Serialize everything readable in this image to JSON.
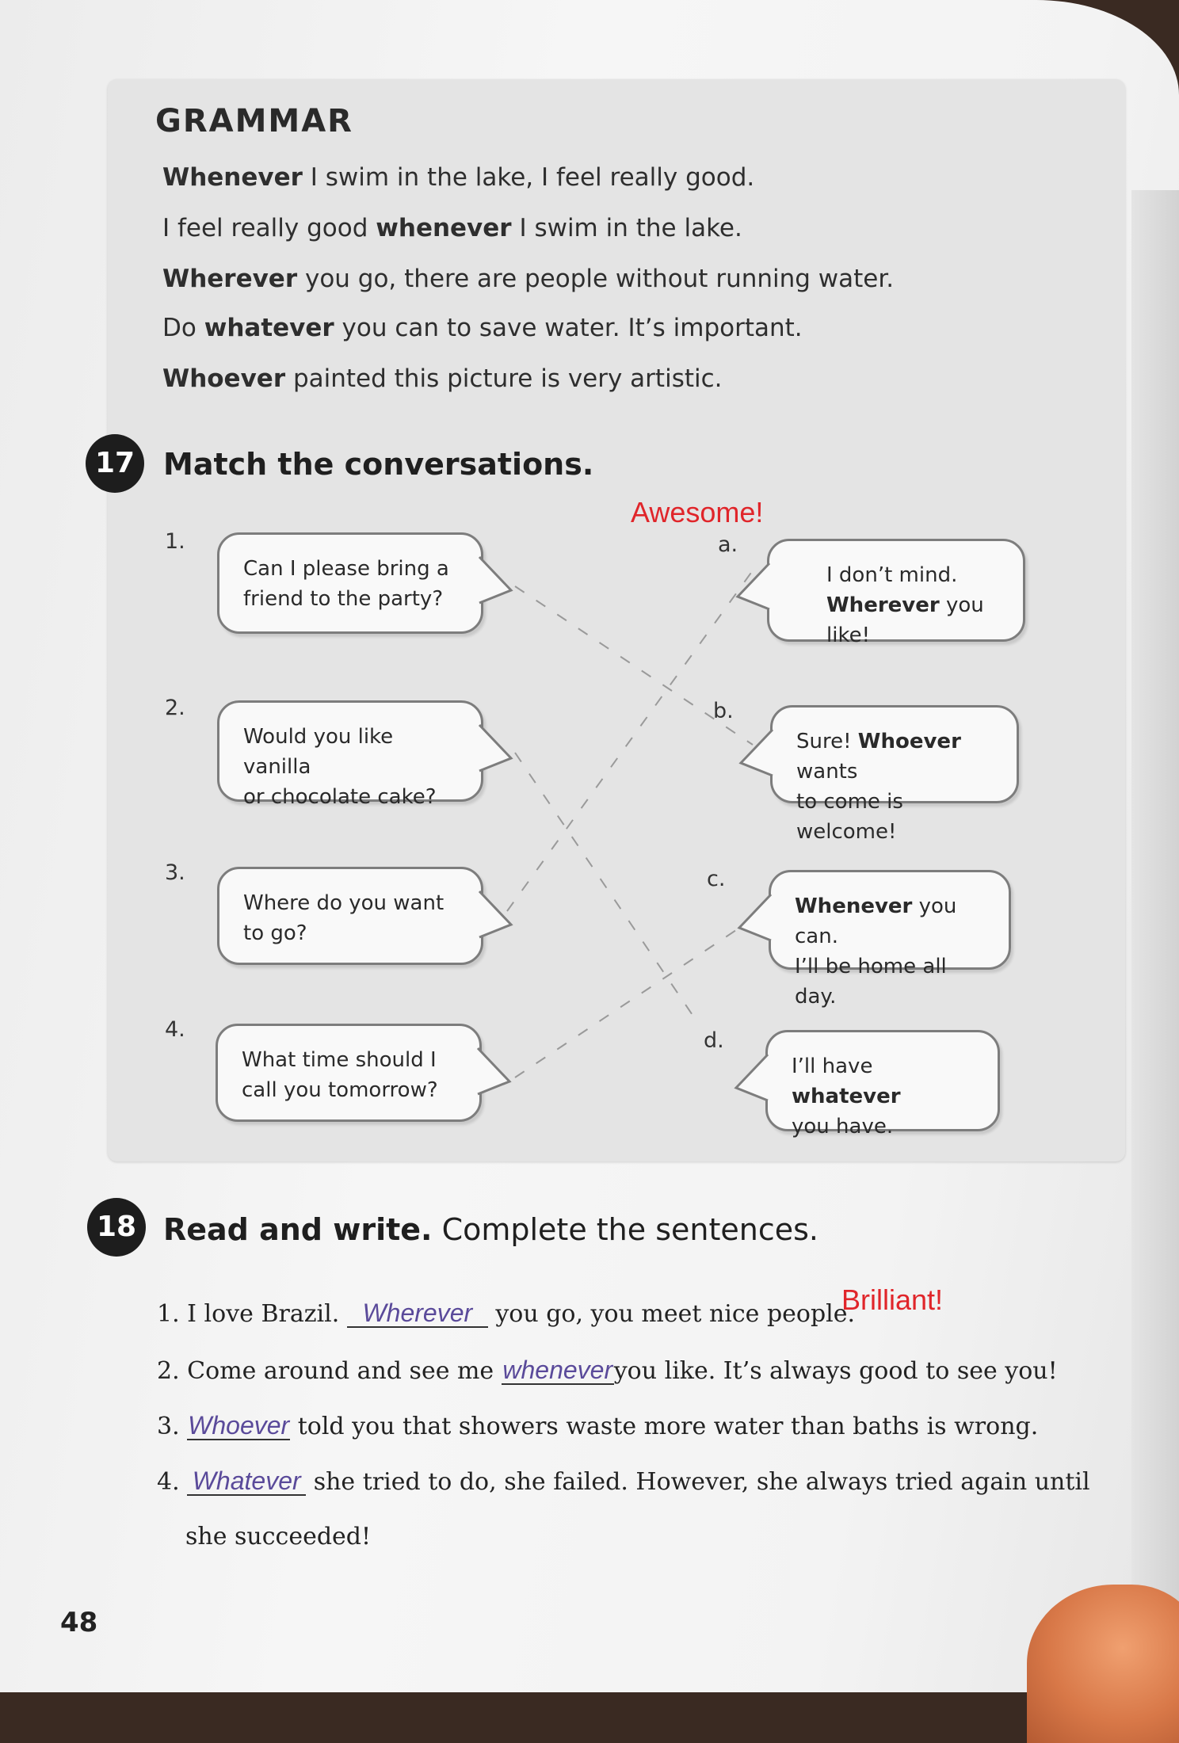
{
  "grammar": {
    "title": "GRAMMAR",
    "lines": [
      {
        "bold": "Whenever",
        "pre": "",
        "rest": " I swim in the lake, I feel really good."
      },
      {
        "bold": "whenever",
        "pre": "I feel really good ",
        "rest": " I swim in the lake."
      },
      {
        "bold": "Wherever",
        "pre": "",
        "rest": " you go, there are people without running water."
      },
      {
        "bold": "whatever",
        "pre": "Do ",
        "rest": " you can to save water. It’s important."
      },
      {
        "bold": "Whoever",
        "pre": "",
        "rest": " painted this picture is very artistic."
      }
    ]
  },
  "exercise17": {
    "number": "17",
    "title": "Match the conversations.",
    "annotation": "Awesome!",
    "left": [
      {
        "num": "1.",
        "line1": "Can I please bring a",
        "line2": "friend to the party?"
      },
      {
        "num": "2.",
        "line1": "Would you like vanilla",
        "line2": "or chocolate cake?"
      },
      {
        "num": "3.",
        "line1": "Where do you want",
        "line2": "to go?"
      },
      {
        "num": "4.",
        "line1": "What time should I",
        "line2": "call you tomorrow?"
      }
    ],
    "right": [
      {
        "letter": "a.",
        "pre1": "I don’t mind.",
        "bold": "Wherever",
        "post": " you like!"
      },
      {
        "letter": "b.",
        "pre1": "Sure! ",
        "bold": "Whoever",
        "post": " wants",
        "line2": "to come is welcome!"
      },
      {
        "letter": "c.",
        "bold": "Whenever",
        "post": " you can.",
        "line2": "I’ll be home all day."
      },
      {
        "letter": "d.",
        "pre1": "I’ll have ",
        "bold": "whatever",
        "line2": "you have."
      }
    ]
  },
  "exercise18": {
    "number": "18",
    "title_bold": "Read and write.",
    "title_rest": " Complete the sentences.",
    "annotation": "Brilliant!",
    "sentences": [
      {
        "num": "1.",
        "pre": "I love Brazil. ",
        "answer": "Wherever",
        "post": " you go, you meet nice people."
      },
      {
        "num": "2.",
        "pre": "Come around and see me ",
        "answer": "whenever",
        "post": "you like. It’s always good to see you!"
      },
      {
        "num": "3.",
        "pre": "",
        "answer": "Whoever",
        "post": " told you that showers waste more water than baths is wrong."
      },
      {
        "num": "4.",
        "pre": "",
        "answer": "Whatever",
        "post": " she tried to do, she failed. However, she always tried again until"
      }
    ],
    "continuation": "she succeeded!"
  },
  "page_number": "48"
}
